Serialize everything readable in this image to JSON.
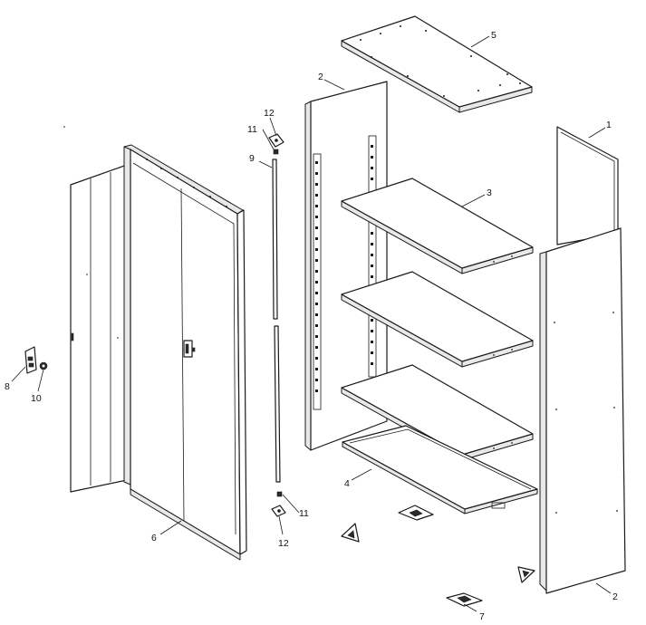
{
  "callouts": {
    "c1": "1",
    "c2a": "2",
    "c2b": "2",
    "c3": "3",
    "c4": "4",
    "c5": "5",
    "c6": "6",
    "c7": "7",
    "c8": "8",
    "c9": "9",
    "c10": "10",
    "c11a": "11",
    "c11b": "11",
    "c12a": "12",
    "c12b": "12"
  },
  "colors": {
    "line": "#1a1a1a",
    "background": "#ffffff",
    "edge_fill": "#e8e8e8"
  }
}
